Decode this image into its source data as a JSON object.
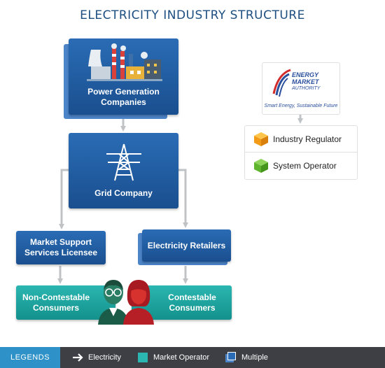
{
  "title": "ELECTRICITY INDUSTRY STRUCTURE",
  "nodes": {
    "power_generation": "Power Generation\nCompanies",
    "grid_company": "Grid Company",
    "market_support": "Market Support\nServices Licensee",
    "electricity_retailers": "Electricity Retailers",
    "non_contestable": "Non-Contestable\nConsumers",
    "contestable": "Contestable\nConsumers"
  },
  "ema": {
    "logo_line1": "ENERGY",
    "logo_line2": "MARKET",
    "logo_line3": "AUTHORITY",
    "tagline": "Smart Energy, Sustainable Future",
    "roles": [
      "Industry Regulator",
      "System Operator"
    ]
  },
  "legend": {
    "label": "LEGENDS",
    "items": [
      "Electricity",
      "Market Operator",
      "Multiple"
    ]
  },
  "colors": {
    "blue": "#1f5ea6",
    "teal": "#1aa6a1",
    "connector": "#bfc3c6",
    "legend_bar": "#3e3f44",
    "legend_tag": "#2e92c8"
  }
}
